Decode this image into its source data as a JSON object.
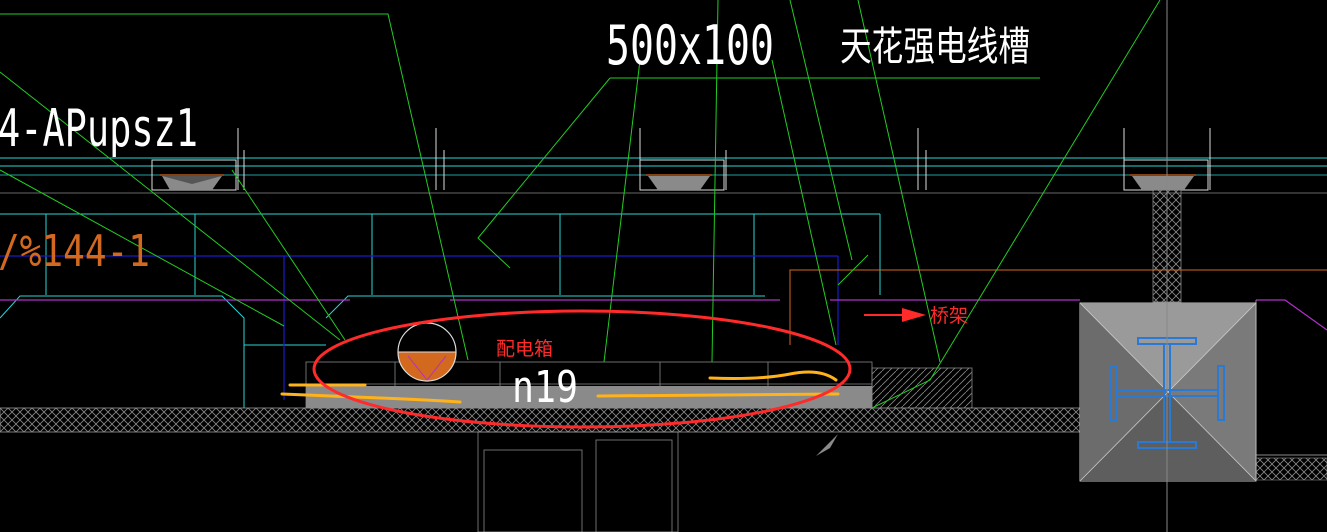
{
  "drawing": {
    "tray_dims": "500x100",
    "tray_name": "天花强电线槽",
    "circuit_ref": "4-APupsz1",
    "bottom_ref": "/%144-1",
    "box_tag": "n19"
  },
  "annotations": {
    "distribution_box": "配电箱",
    "cable_tray": "桥架"
  },
  "colors": {
    "background": "#000000",
    "leader_green": "#22cc22",
    "cyan": "#2ad4d4",
    "blue": "#1a1acc",
    "magenta": "#b030c8",
    "orange": "#d2691e",
    "yellow_markup": "#ffb21a",
    "red_markup": "#ff2a2a",
    "hatch": "#9a9a9a"
  }
}
